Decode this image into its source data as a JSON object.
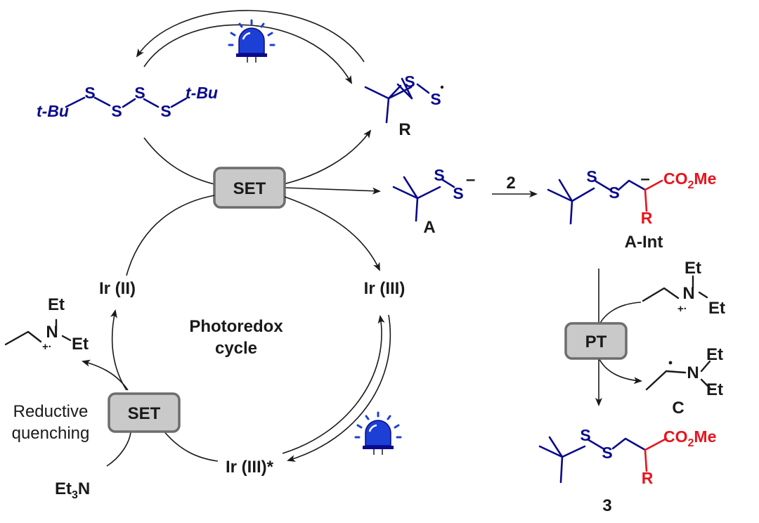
{
  "colors": {
    "sulfur_chain": "#0a0a8c",
    "substituent": "#e8141c",
    "text": "#1a1a1a",
    "box_fill": "#c9c9c9",
    "box_border": "#6d6d6d",
    "light_icon": "#1c3fd6"
  },
  "icons": [
    "light-bulb-icon",
    "light-bulb-icon"
  ],
  "reactant": {
    "tbu_left": "t-Bu",
    "tbu_right": "t-Bu",
    "sulfur": "S"
  },
  "radical_R": {
    "sulfur": "S",
    "label": "R"
  },
  "anion_A": {
    "sulfur": "S",
    "charge": "–",
    "label": "A"
  },
  "reagent_step": "2",
  "intermediate": {
    "sulfur": "S",
    "charge": "–",
    "ester": "CO",
    "ester_sub": "2",
    "ester_me": "Me",
    "r_group": "R",
    "label": "A-Int"
  },
  "boxes": {
    "set_top": "SET",
    "set_bottom": "SET",
    "pt": "PT"
  },
  "cycle": {
    "title_line1": "Photoredox",
    "title_line2": "cycle",
    "ir2": "Ir (II)",
    "ir3": "Ir (III)",
    "ir3_excited": "Ir (III)*",
    "quench_line1": "Reductive",
    "quench_line2": "quenching"
  },
  "amine": {
    "et3n": "Et",
    "et3n_sub": "3",
    "et3n_n": "N",
    "n": "N",
    "et": "Et",
    "radical_cation": "+·"
  },
  "radical_C": {
    "label": "C"
  },
  "product": {
    "sulfur": "S",
    "ester": "CO",
    "ester_sub": "2",
    "ester_me": "Me",
    "r_group": "R",
    "label": "3"
  }
}
